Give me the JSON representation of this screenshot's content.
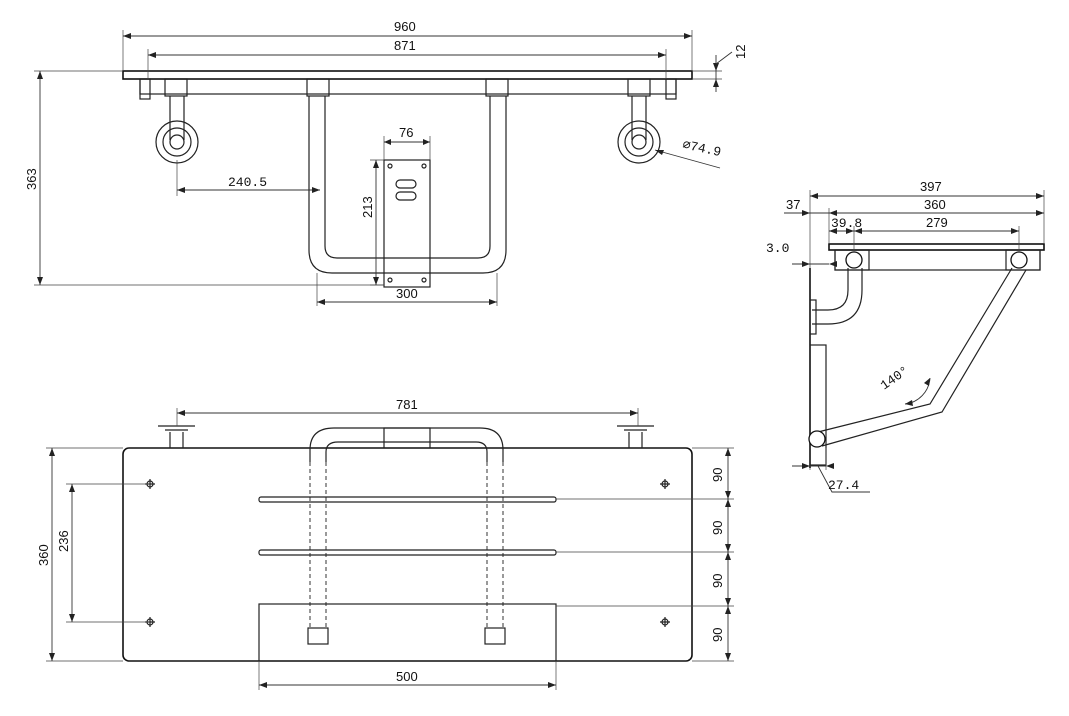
{
  "drawings": {
    "top_view": {
      "dims": {
        "overall_width": "960",
        "bracket_span": "871",
        "plate_thickness": "12",
        "overall_depth": "363",
        "flange_offset": "240.5",
        "flange_diameter": "⌀74.9",
        "mount_plate_width": "76",
        "mount_plate_height": "213",
        "frame_width": "300"
      }
    },
    "side_view": {
      "dims": {
        "overall": "397",
        "offset": "37",
        "seat_depth": "360",
        "tube_offset": "39.8",
        "tube_span": "279",
        "clearance": "3.0",
        "angle": "140°",
        "tube_diameter": "27.4"
      }
    },
    "front_view": {
      "dims": {
        "flange_span": "781",
        "seat_depth": "360",
        "hole_spacing": "236",
        "slat_1": "90",
        "slat_2": "90",
        "slat_3": "90",
        "slat_4": "90",
        "front_slat_width": "500"
      }
    }
  }
}
